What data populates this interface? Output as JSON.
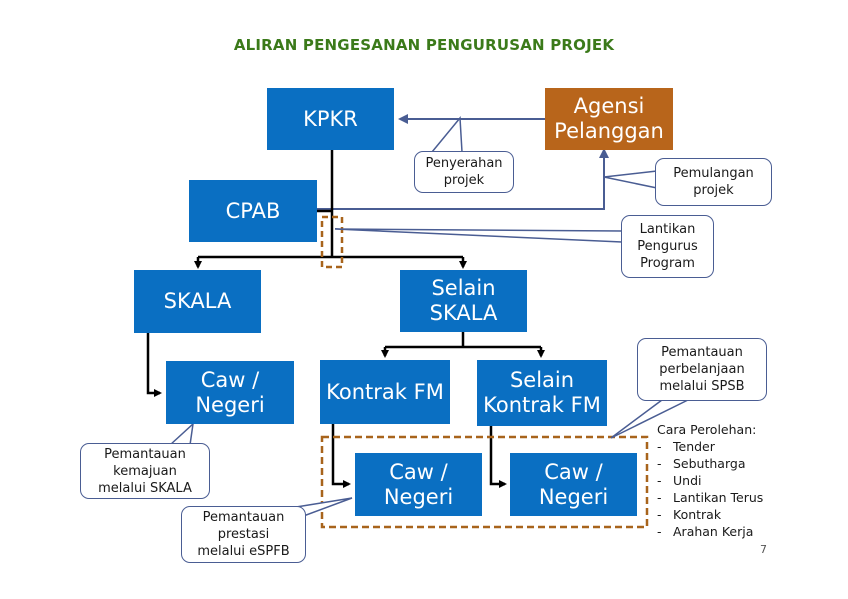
{
  "title": "ALIRAN PENGESANAN PENGURUSAN PROJEK",
  "boxes": {
    "kpkr": "KPKR",
    "agensi": "Agensi\nPelanggan",
    "cpab": "CPAB",
    "skala": "SKALA",
    "selain_skala": "Selain\nSKALA",
    "caw_negeri_1": "Caw /\nNegeri",
    "kontrak_fm": "Kontrak FM",
    "selain_kontrak_fm": "Selain\nKontrak FM",
    "caw_negeri_2": "Caw /\nNegeri",
    "caw_negeri_3": "Caw /\nNegeri"
  },
  "callouts": {
    "penyerahan": "Penyerahan\nprojek",
    "pemulangan": "Pemulangan\nprojek",
    "lantikan": "Lantikan\nPengurus\nProgram",
    "pemantauan_spsb": "Pemantauan\nperbelanjaan\nmelalui SPSB",
    "pemantauan_skala": "Pemantauan\nkemajuan\nmelalui SKALA",
    "pemantauan_espfb": "Pemantauan\nprestasi\nmelalui eSPFB"
  },
  "methods": {
    "heading": "Cara Perolehan:",
    "items": [
      "Tender",
      "Sebutharga",
      "Undi",
      "Lantikan Terus",
      "Kontrak",
      "Arahan Kerja"
    ]
  },
  "page_number": "7",
  "colors": {
    "box_blue": "#0a6fc2",
    "box_orange": "#b8651b",
    "title_green": "#3b7a1a",
    "connector_blue": "#4a5d93",
    "dashed_brown": "#a8641c"
  }
}
